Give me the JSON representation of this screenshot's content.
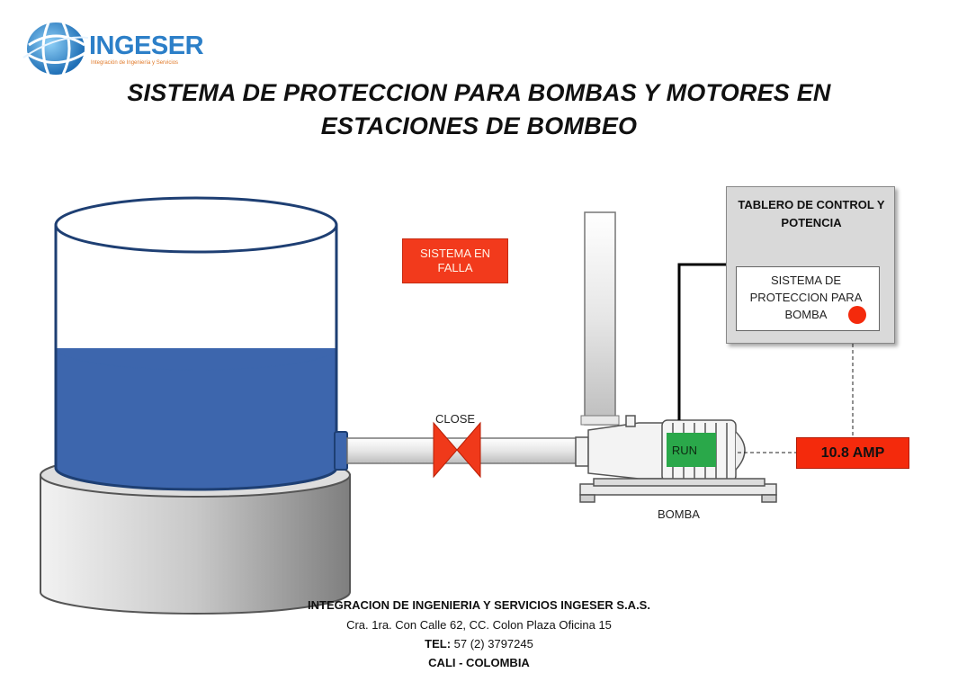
{
  "logo": {
    "name": "INGESER",
    "tagline": "Integración de Ingeniería y Servicios"
  },
  "title": {
    "line1": "SISTEMA DE PROTECCION PARA  BOMBAS Y MOTORES EN",
    "line2": "ESTACIONES DE BOMBEO"
  },
  "alarm": {
    "text": "SISTEMA EN FALLA"
  },
  "panel": {
    "title": "TABLERO DE CONTROL Y POTENCIA",
    "protection": "SISTEMA DE PROTECCION PARA BOMBA"
  },
  "valve": {
    "label": "CLOSE"
  },
  "pump": {
    "label": "BOMBA",
    "status": "RUN"
  },
  "current": {
    "value": "10.8  AMP"
  },
  "footer": {
    "company": "INTEGRACION  DE INGENIERIA Y SERVICIOS INGESER S.A.S.",
    "address": "Cra. 1ra. Con Calle 62, CC. Colon Plaza Oficina 15",
    "tel_label": "TEL:",
    "tel_value": " 57 (2) 3797245",
    "city": "CALI - COLOMBIA"
  },
  "colors": {
    "water": "#3d66ad",
    "alarm": "#f23a1c",
    "run": "#2aa84a",
    "panel": "#d9d9d9"
  }
}
